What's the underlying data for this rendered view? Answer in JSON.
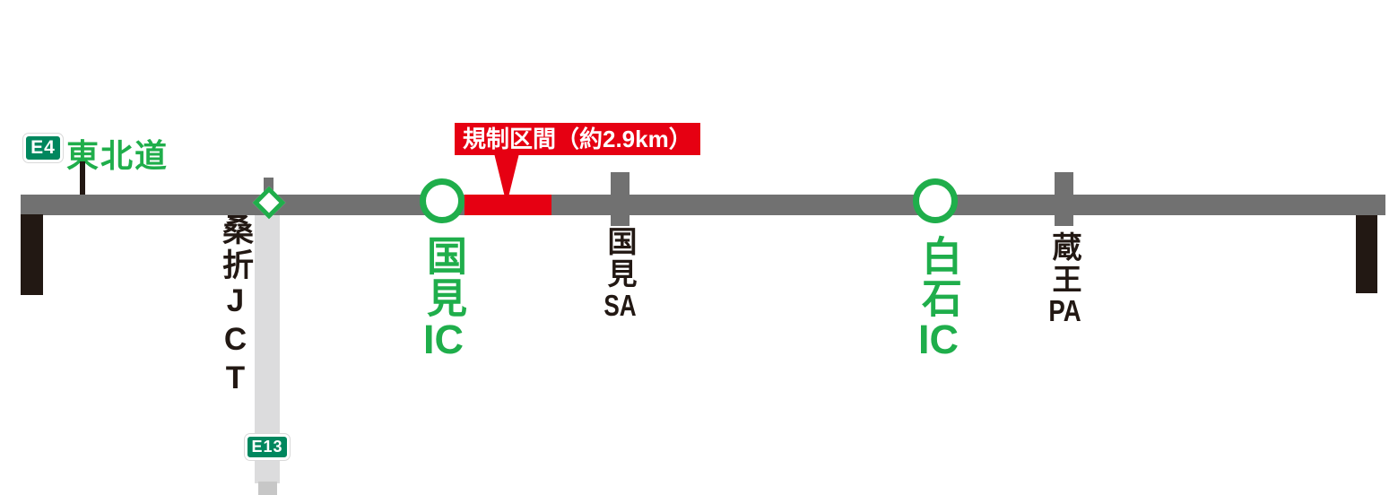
{
  "colors": {
    "road_gray": "#717171",
    "branch_road_gray": "#dcdcdd",
    "highlight_red": "#e60012",
    "route_green": "#1fae4b",
    "badge_green": "#00875e",
    "label_black": "#221813"
  },
  "main_route": {
    "badge": "E4",
    "name": "東北道"
  },
  "branch_route": {
    "badge": "E13"
  },
  "callout": {
    "label": "規制区間（約2.9km）"
  },
  "markers": {
    "kori_jct": {
      "type": "junction",
      "label": "桑折JCT"
    },
    "kunimi_ic": {
      "type": "interchange",
      "name": "国見",
      "suffix": "IC"
    },
    "kunimi_sa": {
      "type": "service-area",
      "name": "国見",
      "suffix": "SA"
    },
    "shiroishi_ic": {
      "type": "interchange",
      "name": "白石",
      "suffix": "IC"
    },
    "zao_pa": {
      "type": "parking-area",
      "name": "蔵王",
      "suffix": "PA"
    }
  }
}
